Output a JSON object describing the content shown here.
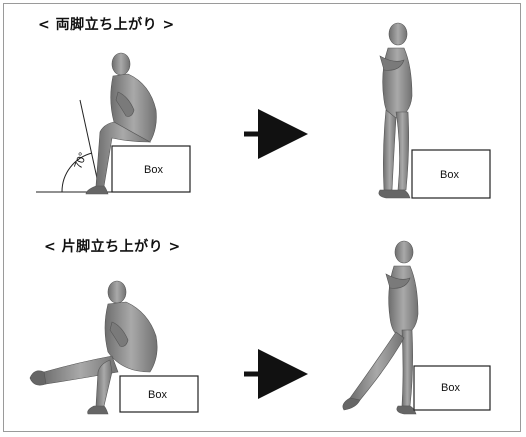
{
  "sections": [
    {
      "title": "< 両脚立ち上がり >",
      "angle_label": "70°",
      "start_box_label": "Box",
      "end_box_label": "Box"
    },
    {
      "title": "< 片脚立ち上がり >",
      "start_box_label": "Box",
      "end_box_label": "Box"
    }
  ],
  "colors": {
    "figure": "#8a8a8a",
    "figure_dark": "#5c5c5c",
    "arrow": "#111111",
    "frame": "#9a9a9a"
  }
}
